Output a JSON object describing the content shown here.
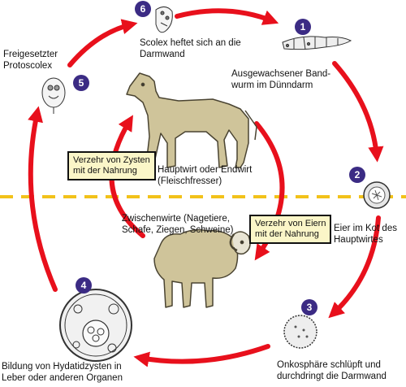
{
  "colors": {
    "arrow": "#e8101c",
    "host_dashed_line": "#f2c21a",
    "animal_fill": "#cfc49a",
    "stage_number_bg": "#3b2b84",
    "box_bg": "#fbf6c8"
  },
  "stages": [
    {
      "number": "1",
      "label_lines": [
        "Ausgewachsener Band-",
        "wurm im Dünndarm"
      ],
      "icon": "adult-tapeworm-icon"
    },
    {
      "number": "2",
      "label_lines": [
        "Eier im Kot des",
        "Hauptwirtes"
      ],
      "icon": "egg-icon"
    },
    {
      "number": "3",
      "label_lines": [
        "Onkosphäre schlüpft und",
        "durchdringt die Darmwand"
      ],
      "icon": "oncosphere-icon"
    },
    {
      "number": "4",
      "label_lines": [
        "Bildung von Hydatidzysten in",
        "Leber oder anderen Organen"
      ],
      "icon": "hydatid-cyst-icon"
    },
    {
      "number": "5",
      "label_lines": [
        "Freigesetzter",
        "Protoscolex"
      ],
      "icon": "protoscolex-icon"
    },
    {
      "number": "6",
      "label_lines": [
        "Scolex heftet sich an die",
        "Darmwand"
      ],
      "icon": "scolex-icon"
    }
  ],
  "definitive_host": {
    "label_lines": [
      "Hauptwirt oder Endwirt",
      "(Fleischfresser)"
    ],
    "icon": "dog-icon"
  },
  "intermediate_host": {
    "label_lines": [
      "Zwischenwirte (Nagetiere,",
      "Schafe, Ziegen, Schweine)"
    ],
    "icon": "sheep-icon"
  },
  "boxes": {
    "cyst_ingestion": [
      "Verzehr von Zysten",
      "mit der Nahrung"
    ],
    "egg_ingestion": [
      "Verzehr von Eiern",
      "mit der Nahrung"
    ]
  }
}
